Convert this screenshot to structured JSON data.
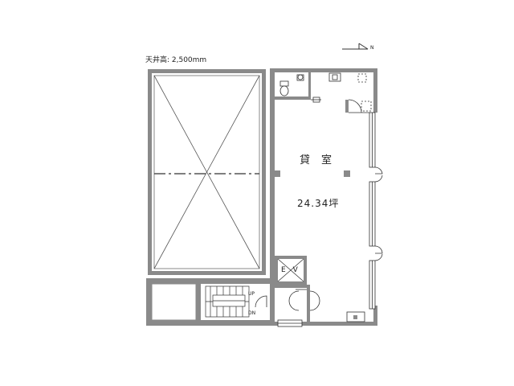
{
  "labels": {
    "ceiling_height": "天井高: 2,500mm",
    "room_name": "貸室",
    "room_area": "24.34坪",
    "north": "N",
    "elevator": "EV",
    "stair_up": "UP",
    "stair_down": "DN"
  },
  "colors": {
    "wall": "#8a8a8a",
    "line": "#333333",
    "background": "#ffffff"
  },
  "icons": [
    "north-arrow-icon",
    "toilet-icon",
    "sink-icon",
    "elevator-icon",
    "door-swing-icon",
    "window-icon",
    "column-icon"
  ]
}
